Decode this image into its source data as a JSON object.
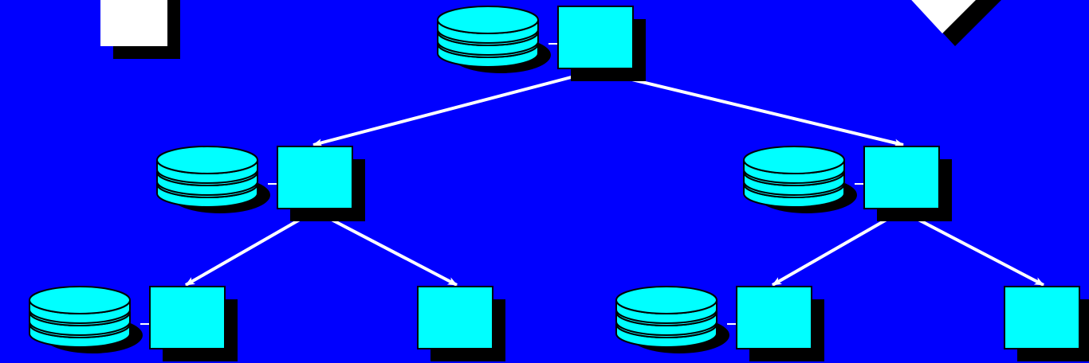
{
  "diagram": {
    "type": "tree",
    "colors": {
      "background": "#0000ff",
      "node_fill": "#00ffff",
      "node_stroke": "#000000",
      "shadow": "#000000",
      "connector": "#ffffff",
      "decoration": "#ffffff"
    },
    "nodes": [
      {
        "id": "root",
        "has_database": true
      },
      {
        "id": "left",
        "has_database": true
      },
      {
        "id": "right",
        "has_database": true
      },
      {
        "id": "left-left",
        "has_database": true
      },
      {
        "id": "left-right",
        "has_database": false
      },
      {
        "id": "right-left",
        "has_database": true
      },
      {
        "id": "right-right",
        "has_database": false
      }
    ],
    "edges": [
      {
        "from": "root",
        "to": "left"
      },
      {
        "from": "root",
        "to": "right"
      },
      {
        "from": "left",
        "to": "left-left"
      },
      {
        "from": "left",
        "to": "left-right"
      },
      {
        "from": "right",
        "to": "right-left"
      },
      {
        "from": "right",
        "to": "right-right"
      }
    ],
    "decorations": [
      {
        "id": "white-square",
        "shape": "square"
      },
      {
        "id": "white-diamond",
        "shape": "diamond"
      }
    ]
  }
}
